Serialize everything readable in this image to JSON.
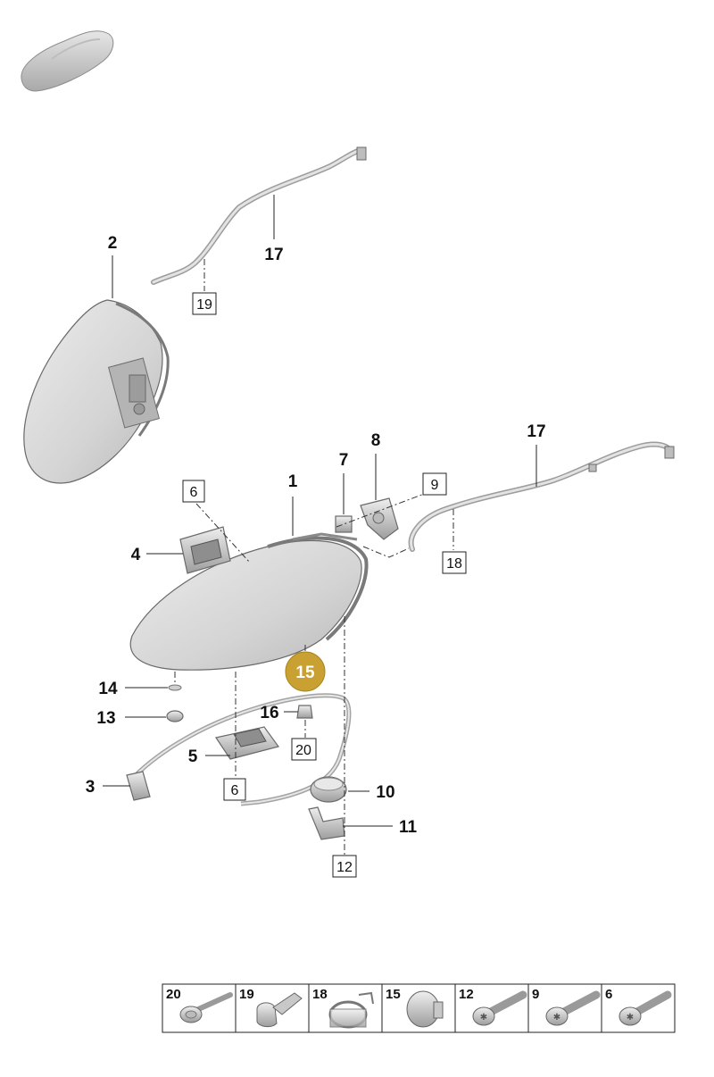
{
  "callouts": {
    "c1": "1",
    "c2": "2",
    "c3": "3",
    "c4": "4",
    "c5": "5",
    "c7": "7",
    "c8": "8",
    "c10": "10",
    "c11": "11",
    "c13": "13",
    "c14": "14",
    "c15": "15",
    "c16": "16",
    "c17_upper": "17",
    "c17_lower": "17"
  },
  "boxed_refs": {
    "b19": "19",
    "b6_top": "6",
    "b9": "9",
    "b18": "18",
    "b20": "20",
    "b6_bottom": "6",
    "b12": "12"
  },
  "parts_strip": [
    {
      "number": "20",
      "icon": "screw-washer-icon"
    },
    {
      "number": "19",
      "icon": "clip-icon"
    },
    {
      "number": "18",
      "icon": "bracket-clamp-icon"
    },
    {
      "number": "15",
      "icon": "grommet-icon"
    },
    {
      "number": "12",
      "icon": "torx-screw-icon"
    },
    {
      "number": "9",
      "icon": "torx-screw-icon"
    },
    {
      "number": "6",
      "icon": "torx-screw-icon"
    }
  ],
  "colors": {
    "highlight": "#c9a032",
    "part_fill": "#d9d9d9",
    "part_shadow": "#a8a8a8"
  }
}
